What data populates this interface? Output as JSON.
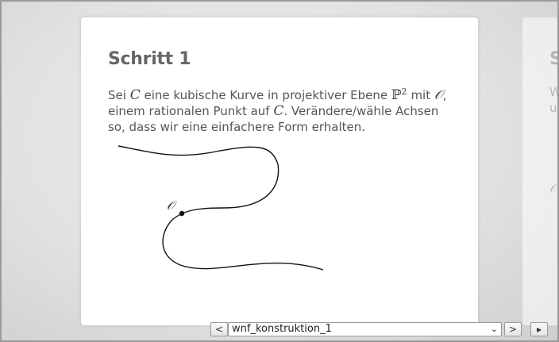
{
  "slide": {
    "title": "Schritt 1",
    "text_parts": {
      "t1": "Sei ",
      "m_C": "C",
      "t2": " eine kubische Kurve in projektiver Ebene ",
      "m_P": "ℙ",
      "m_P_exp": "2",
      "t3": " mit ",
      "m_O": "𝒪",
      "t4": ", einem rationalen Punkt auf ",
      "m_C2": "C",
      "t5": ". Verändere/wähle Achsen so, dass wir eine einfachere Form erhalten."
    },
    "point_label": "𝒪"
  },
  "next_slide": {
    "title_partial": "S",
    "text_partial": "W\nu",
    "symbol": "𝒪"
  },
  "nav": {
    "prev_label": "<",
    "next_label": ">",
    "play_label": "▸",
    "selected_slide": "wnf_konstruktion_1",
    "dropdown_icon": "chevron-down-icon"
  }
}
